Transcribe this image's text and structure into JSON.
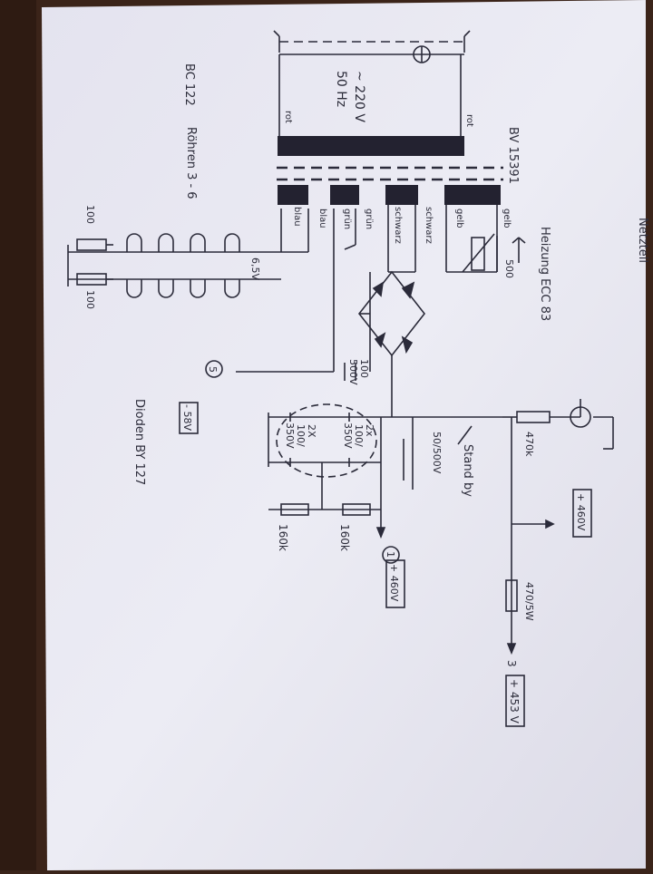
{
  "header": {
    "doc_code": "BC 122",
    "section": "Netzteil"
  },
  "transformer": {
    "part": "BV 15391",
    "voltage": "~ 220 V",
    "frequency": "50 Hz",
    "wire_rot_left": "rot",
    "wire_rot_right": "rot"
  },
  "windings": {
    "gelb_1": "gelb",
    "gelb_2": "gelb",
    "schwarz_1": "schwarz",
    "schwarz_2": "schwarz",
    "gruen_1": "grün",
    "gruen_2": "grün",
    "blau_1": "blau",
    "blau_2": "blau"
  },
  "heater": {
    "label": "Heizung ECC 83",
    "pot": "500"
  },
  "tubes": {
    "label": "Röhren 3 - 6",
    "voltage": "6,5V",
    "r_left": "100",
    "r_right": "100"
  },
  "bias": {
    "node": "5",
    "voltage": "- 58V"
  },
  "rectifier": {
    "cap": "100/\n500V",
    "cap_l1": "100",
    "cap_l2": "500V",
    "diodes": "Dioden  BY 127"
  },
  "filter": {
    "cap_a_l1": "2x",
    "cap_a_l2": "100/",
    "cap_a_l3": "350V",
    "cap_b_l1": "2X",
    "cap_b_l2": "100/",
    "cap_b_l3": "350V",
    "r_160k_a": "160k",
    "r_160k_b": "160k"
  },
  "standby": {
    "label": "Stand by",
    "cap": "50/500V"
  },
  "output": {
    "r_470k": "470k",
    "r_470_5w": "470/5W",
    "v_460_top": "+ 460V",
    "v_460": "+ 460V",
    "node_1": "1",
    "node_3": "3",
    "v_453": "+ 453 V"
  }
}
